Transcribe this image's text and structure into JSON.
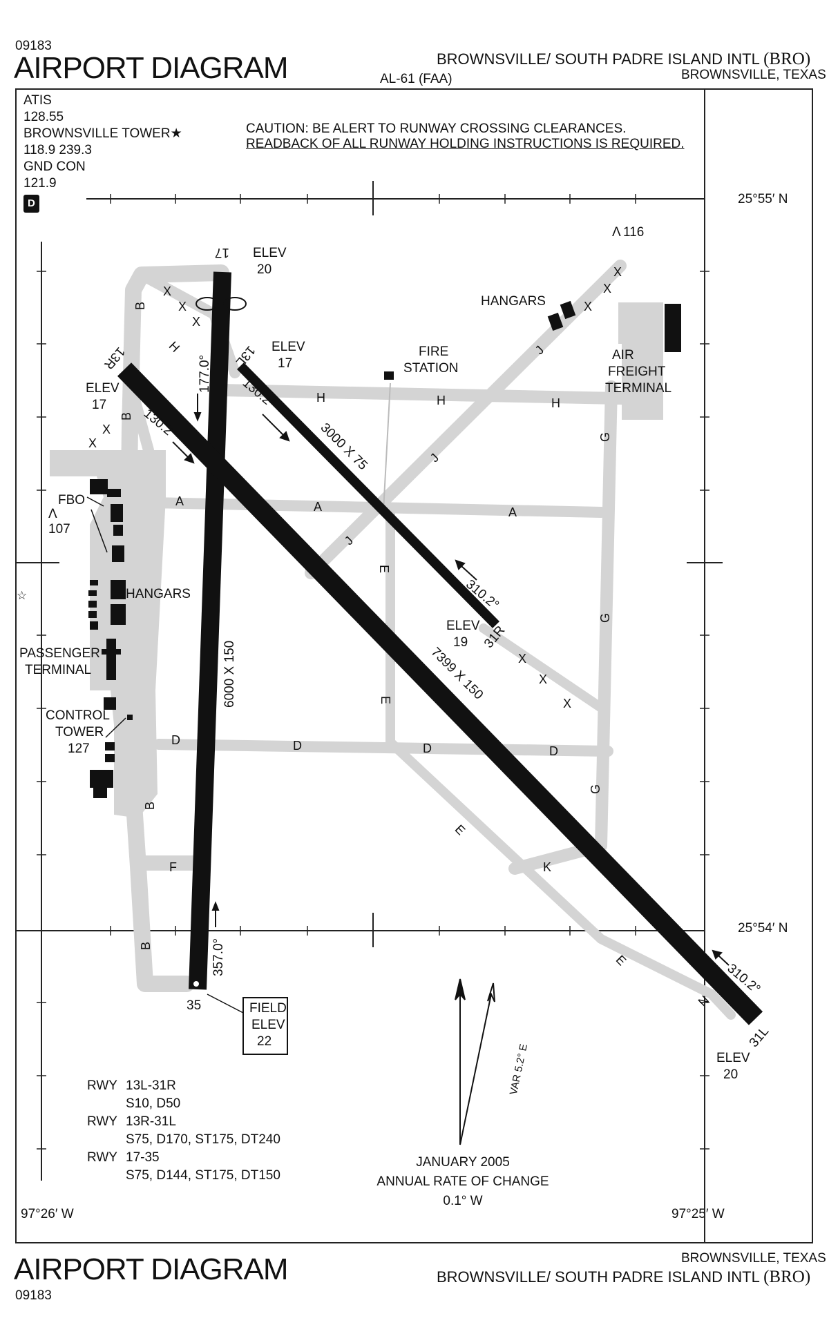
{
  "header": {
    "chart_code": "09183",
    "title": "AIRPORT DIAGRAM",
    "airport_name": "BROWNSVILLE/ SOUTH PADRE ISLAND INTL",
    "airport_id": "(BRO)",
    "chart_id": "AL-61 (FAA)",
    "city_state": "BROWNSVILLE, TEXAS"
  },
  "frequencies": {
    "atis_label": "ATIS",
    "atis_freq": "128.55",
    "tower_label": "BROWNSVILLE TOWER",
    "tower_freq": "118.9 239.3",
    "gnd_label": "GND CON",
    "gnd_freq": "121.9",
    "d_badge": "D"
  },
  "caution": {
    "line1": "CAUTION:  BE ALERT TO RUNWAY CROSSING CLEARANCES.",
    "line2": "READBACK OF ALL RUNWAY HOLDING INSTRUCTIONS IS REQUIRED."
  },
  "coords": {
    "lat_top": "25°55′ N",
    "lat_bottom": "25°54′ N",
    "lon_left": "97°26′ W",
    "lon_right": "97°25′ W"
  },
  "diagram": {
    "rwy17": "17",
    "rwy35": "35",
    "rwy13L": "13L",
    "rwy31R": "31R",
    "rwy13R": "13R",
    "rwy31L": "31L",
    "elev": "ELEV",
    "elev20": "20",
    "elev17": "17",
    "elev19": "19",
    "hdg177": "177.0°",
    "hdg357": "357.0°",
    "hdg1302": "130.2°",
    "hdg3102": "310.2°",
    "dim_17_35": "6000 X 150",
    "dim_13L": "3000 X 75",
    "dim_13R": "7399 X 150",
    "obstacle_116": "116",
    "obstacle_107": "107",
    "hangars": "HANGARS",
    "fire_station_1": "FIRE",
    "fire_station_2": "STATION",
    "air_freight_1": "AIR",
    "air_freight_2": "FREIGHT",
    "air_freight_3": "TERMINAL",
    "fbo": "FBO",
    "passenger_1": "PASSENGER",
    "passenger_2": "TERMINAL",
    "control_tower_1": "CONTROL",
    "control_tower_2": "TOWER",
    "control_tower_3": "127",
    "field_elev_1": "FIELD",
    "field_elev_2": "ELEV",
    "field_elev_3": "22",
    "var": "VAR 5.2° E",
    "twy": {
      "A": "A",
      "B": "B",
      "D": "D",
      "E": "E",
      "F": "F",
      "G": "G",
      "H": "H",
      "J": "J",
      "K": "K",
      "N": "N",
      "X": "X"
    }
  },
  "runway_data": [
    {
      "rwy": "RWY",
      "id": "13L-31R",
      "strength": "S10, D50"
    },
    {
      "rwy": "RWY",
      "id": "13R-31L",
      "strength": "S75, D170, ST175, DT240"
    },
    {
      "rwy": "RWY",
      "id": "17-35",
      "strength": "S75, D144, ST175, DT150"
    }
  ],
  "mag_var": {
    "line1": "JANUARY 2005",
    "line2": "ANNUAL RATE OF CHANGE",
    "line3": "0.1°  W"
  },
  "footer": {
    "title": "AIRPORT DIAGRAM",
    "chart_code": "09183",
    "city_state": "BROWNSVILLE, TEXAS",
    "airport_name": "BROWNSVILLE/ SOUTH PADRE ISLAND INTL",
    "airport_id": "(BRO)"
  },
  "colors": {
    "taxiway": "#d4d4d4",
    "runway": "#111111",
    "frame": "#222222"
  }
}
